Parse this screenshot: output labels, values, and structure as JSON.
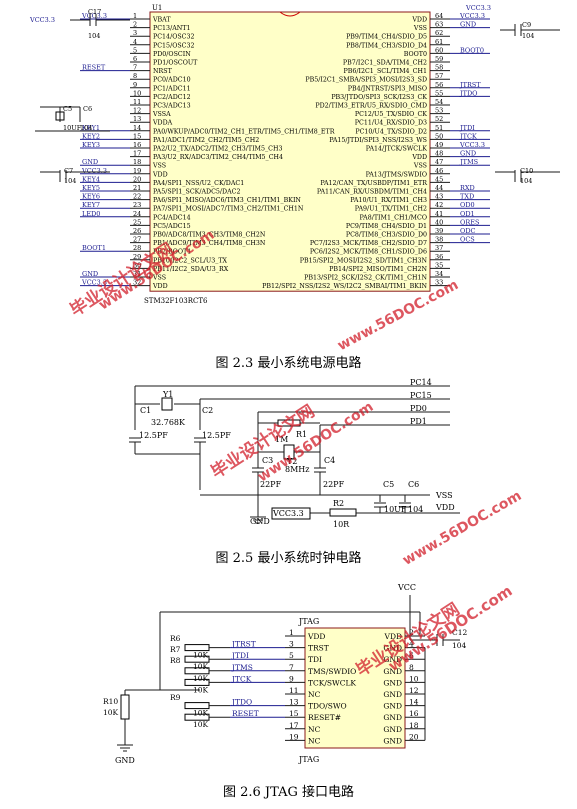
{
  "fig1": {
    "caption": "图 2.3  最小系统电源电路",
    "chip_name": "U1",
    "chip_part": "STM32F103RCT6",
    "cap_top": {
      "name": "C17",
      "value": "104"
    },
    "cap_right": {
      "name": "C9",
      "value": "104"
    },
    "cap_c5": {
      "name": "C5",
      "value": "10UF"
    },
    "cap_c6": {
      "name": "C6",
      "value": "104"
    },
    "cap_c7": {
      "name": "C7",
      "value": "104"
    },
    "cap_c10": {
      "name": "C10",
      "value": "104"
    },
    "left_pins": [
      {
        "n": "1",
        "name": "VBAT",
        "net": "VCC3.3"
      },
      {
        "n": "2",
        "name": "PC13/ANT1",
        "net": ""
      },
      {
        "n": "3",
        "name": "PC14/OSC32",
        "net": ""
      },
      {
        "n": "4",
        "name": "PC15/OSC32",
        "net": ""
      },
      {
        "n": "5",
        "name": "PD0/OSCIN",
        "net": ""
      },
      {
        "n": "6",
        "name": "PD1/OSCOUT",
        "net": ""
      },
      {
        "n": "7",
        "name": "NRST",
        "net": "RESET"
      },
      {
        "n": "8",
        "name": "PC0/ADC10",
        "net": ""
      },
      {
        "n": "9",
        "name": "PC1/ADC11",
        "net": ""
      },
      {
        "n": "10",
        "name": "PC2/ADC12",
        "net": ""
      },
      {
        "n": "11",
        "name": "PC3/ADC13",
        "net": ""
      },
      {
        "n": "12",
        "name": "VSSA",
        "net": ""
      },
      {
        "n": "13",
        "name": "VDDA",
        "net": ""
      },
      {
        "n": "14",
        "name": "PA0/WKUP/ADC0/TIM2_CH1_ETR/TIM5_CH1/TIM8_ETR",
        "net": "KEY1"
      },
      {
        "n": "15",
        "name": "PA1/ADC1/TIM2_CH2/TIM5_CH2",
        "net": "KEY2"
      },
      {
        "n": "16",
        "name": "PA2/U2_TX/ADC2/TIM2_CH3/TIM5_CH3",
        "net": "KEY3"
      },
      {
        "n": "17",
        "name": "PA3/U2_RX/ADC3/TIM2_CH4/TIM5_CH4",
        "net": ""
      },
      {
        "n": "18",
        "name": "VSS",
        "net": "GND"
      },
      {
        "n": "19",
        "name": "VDD",
        "net": "VCC3.3"
      },
      {
        "n": "20",
        "name": "PA4/SPI1_NSS/U2_CK/DAC1",
        "net": "KEY4"
      },
      {
        "n": "21",
        "name": "PA5/SPI1_SCK/ADC5/DAC2",
        "net": "KEY5"
      },
      {
        "n": "22",
        "name": "PA6/SPI1_MISO/ADC6/TIM3_CH1/TIM1_BKIN",
        "net": "KEY6"
      },
      {
        "n": "23",
        "name": "PA7/SPI1_MOSI/ADC7/TIM3_CH2/TIM1_CH1N",
        "net": "KEY7"
      },
      {
        "n": "24",
        "name": "PC4/ADC14",
        "net": "LED0"
      },
      {
        "n": "25",
        "name": "PC5/ADC15",
        "net": ""
      },
      {
        "n": "26",
        "name": "PB0/ADC8/TIM3_CH3/TIM8_CH2N",
        "net": ""
      },
      {
        "n": "27",
        "name": "PB1/ADC9/TIM3_CH4/TIM8_CH3N",
        "net": ""
      },
      {
        "n": "28",
        "name": "PB2/BOOT1",
        "net": "BOOT1"
      },
      {
        "n": "29",
        "name": "PB10/I2C2_SCL/U3_TX",
        "net": ""
      },
      {
        "n": "30",
        "name": "PB11/I2C2_SDA/U3_RX",
        "net": ""
      },
      {
        "n": "31",
        "name": "VSS",
        "net": "GND"
      },
      {
        "n": "32",
        "name": "VDD",
        "net": "VCC3.3"
      }
    ],
    "right_pins": [
      {
        "n": "64",
        "name": "VDD",
        "net": "VCC3.3"
      },
      {
        "n": "63",
        "name": "VSS",
        "net": "GND"
      },
      {
        "n": "62",
        "name": "PB9/TIM4_CH4/SDIO_D5",
        "net": ""
      },
      {
        "n": "61",
        "name": "PB8/TIM4_CH3/SDIO_D4",
        "net": ""
      },
      {
        "n": "60",
        "name": "BOOT0",
        "net": "BOOT0"
      },
      {
        "n": "59",
        "name": "PB7/I2C1_SDA/TIM4_CH2",
        "net": ""
      },
      {
        "n": "58",
        "name": "PB6/I2C1_SCL/TIM4_CH1",
        "net": ""
      },
      {
        "n": "57",
        "name": "PB5/I2C1_SMBA/SPI3_MOSI/I2S3_SD",
        "net": ""
      },
      {
        "n": "56",
        "name": "PB4/JNTRST/SPI3_MISO",
        "net": "JTRST"
      },
      {
        "n": "55",
        "name": "PB3/JTDO/SPI3_SCK/I2S3_CK",
        "net": "JTDO"
      },
      {
        "n": "54",
        "name": "PD2/TIM3_ETR/U5_RX/SDIO_CMD",
        "net": ""
      },
      {
        "n": "53",
        "name": "PC12/U5_TX/SDIO_CK",
        "net": ""
      },
      {
        "n": "52",
        "name": "PC11/U4_RX/SDIO_D3",
        "net": ""
      },
      {
        "n": "51",
        "name": "PC10/U4_TX/SDIO_D2",
        "net": "JTDI"
      },
      {
        "n": "50",
        "name": "PA15/JTDI/SPI3_NSS/I2S3_WS",
        "net": "JTCK"
      },
      {
        "n": "49",
        "name": "PA14/JTCK/SWCLK",
        "net": "VCC3.3"
      },
      {
        "n": "48",
        "name": "VDD",
        "net": "GND"
      },
      {
        "n": "47",
        "name": "VSS",
        "net": "JTMS"
      },
      {
        "n": "46",
        "name": "PA13/JTMS/SWDIO",
        "net": ""
      },
      {
        "n": "45",
        "name": "PA12/CAN_TX/USBDP/TIM1_ETR",
        "net": ""
      },
      {
        "n": "44",
        "name": "PA11/CAN_RX/USBDM/TIM1_CH4",
        "net": "RXD"
      },
      {
        "n": "43",
        "name": "PA10/U1_RX/TIM1_CH3",
        "net": "TXD"
      },
      {
        "n": "42",
        "name": "PA9/U1_TX/TIM1_CH2",
        "net": "OD0"
      },
      {
        "n": "41",
        "name": "PA8/TIM1_CH1/MCO",
        "net": "OD1"
      },
      {
        "n": "40",
        "name": "PC9/TIM8_CH4/SDIO_D1",
        "net": "ORES"
      },
      {
        "n": "39",
        "name": "PC8/TIM8_CH3/SDIO_D0",
        "net": "ODC"
      },
      {
        "n": "38",
        "name": "PC7/I2S3_MCK/TIM8_CH2/SDIO_D7",
        "net": "OCS"
      },
      {
        "n": "37",
        "name": "PC6/I2S2_MCK/TIM8_CH1/SDIO_D6",
        "net": ""
      },
      {
        "n": "36",
        "name": "PB15/SPI2_MOSI/I2S2_SD/TIM1_CH3N",
        "net": ""
      },
      {
        "n": "35",
        "name": "PB14/SPI2_MISO/TIM1_CH2N",
        "net": ""
      },
      {
        "n": "34",
        "name": "PB13/SPI2_SCK/I2S2_CK/TIM1_CH1N",
        "net": ""
      },
      {
        "n": "33",
        "name": "PB12/SPI2_NSS/I2S2_WS/I2C2_SMBAI/TIM1_BKIN",
        "net": ""
      }
    ]
  },
  "fig2": {
    "caption": "图 2.5  最小系统时钟电路",
    "nets": [
      "PC14",
      "PC15",
      "PD0",
      "PD1"
    ],
    "c1": "C1",
    "c1_val": "12.5PF",
    "c2": "C2",
    "c2_val": "12.5PF",
    "y1": "Y1",
    "y1_val": "32.768K",
    "r1": "R1",
    "r1_val": "1M",
    "y2": "Y2",
    "y2_val": "8MHz",
    "c3": "C3",
    "c3_val": "22PF",
    "c4": "C4",
    "c4_val": "22PF",
    "c5": "C5",
    "c5_val": "10UF",
    "c6": "C6",
    "c6_val": "104",
    "r2": "R2",
    "r2_val": "10R",
    "gnd": "GND",
    "vcc": "VCC3.3",
    "vss": "VSS",
    "vdd": "VDD"
  },
  "fig3": {
    "caption": "图 2.6 JTAG 接口电路",
    "header": "JTAG",
    "vcc": "VCC",
    "gnd": "GND",
    "c12": "C12",
    "c12_val": "104",
    "r10": "R10",
    "r10_val": "10K",
    "r6": "R6",
    "r7": "R7",
    "r8": "R8",
    "r9": "R9",
    "r_val": "10K",
    "left": [
      {
        "n": "1",
        "name": "VDD",
        "net": ""
      },
      {
        "n": "3",
        "name": "TRST",
        "net": "JTRST"
      },
      {
        "n": "5",
        "name": "TDI",
        "net": "JTDI"
      },
      {
        "n": "7",
        "name": "TMS/SWDIO",
        "net": "JTMS"
      },
      {
        "n": "9",
        "name": "TCK/SWCLK",
        "net": "JTCK"
      },
      {
        "n": "11",
        "name": "NC",
        "net": ""
      },
      {
        "n": "13",
        "name": "TDO/SWO",
        "net": "JTDO"
      },
      {
        "n": "15",
        "name": "RESET#",
        "net": "RESET"
      },
      {
        "n": "17",
        "name": "NC",
        "net": ""
      },
      {
        "n": "19",
        "name": "NC",
        "net": ""
      }
    ],
    "right": [
      {
        "n": "2",
        "name": "VDD"
      },
      {
        "n": "4",
        "name": "GND"
      },
      {
        "n": "6",
        "name": "GND"
      },
      {
        "n": "8",
        "name": "GND"
      },
      {
        "n": "10",
        "name": "GND"
      },
      {
        "n": "12",
        "name": "GND"
      },
      {
        "n": "14",
        "name": "GND"
      },
      {
        "n": "16",
        "name": "GND"
      },
      {
        "n": "18",
        "name": "GND"
      },
      {
        "n": "20",
        "name": "GND"
      }
    ]
  },
  "watermark": {
    "cn": "毕业设计论文网",
    "url": "www.56DOC.com"
  },
  "colors": {
    "net": "#1b1b8f",
    "wire": "#1a1a1a",
    "chip": "#ffffc8",
    "chip_border": "#8b1a1a",
    "watermark": "#d21f2b"
  }
}
